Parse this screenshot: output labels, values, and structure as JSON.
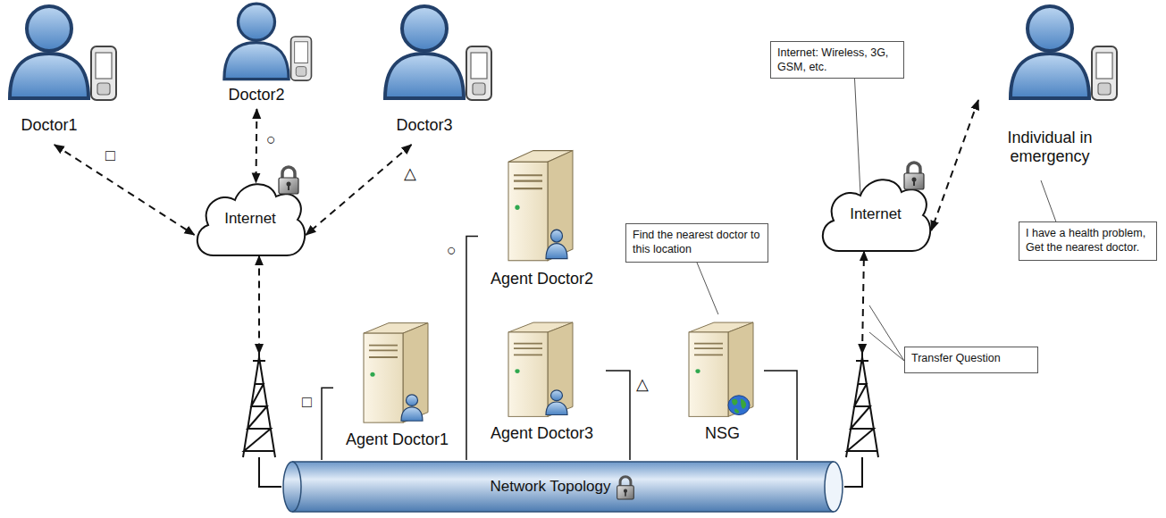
{
  "diagram": {
    "nodes": [
      {
        "text": [
          "Doctor1"
        ]
      },
      {
        "text": [
          "Doctor2"
        ]
      },
      {
        "text": [
          "Doctor3"
        ]
      },
      {
        "text": [
          "Internet: Wireless, 3G, GSM, etc."
        ]
      },
      {
        "text": [
          "Individual in emergency"
        ]
      },
      {
        "text": [
          "Internet"
        ]
      },
      {
        "text": [
          "Internet"
        ]
      },
      {
        "text": [
          "Agent Doctor2"
        ]
      },
      {
        "text": [
          "Find the nearest doctor to this location"
        ]
      },
      {
        "text": [
          "I have a health problem, Get the nearest doctor."
        ]
      },
      {
        "text": [
          "Transfer Question"
        ]
      },
      {
        "text": [
          "Agent Doctor1"
        ]
      },
      {
        "text": [
          "Agent Doctor3"
        ]
      },
      {
        "text": [
          "NSG"
        ]
      },
      {
        "text": [
          "Network Topology"
        ]
      }
    ],
    "edges": [
      {
        "from": 0,
        "to": 5,
        "arrow": "both"
      },
      {
        "from": 1,
        "to": 5,
        "arrow": "both"
      },
      {
        "from": 2,
        "to": 5,
        "arrow": "both"
      },
      {
        "from": 5,
        "to": 14,
        "arrow": "both"
      },
      {
        "from": 11,
        "to": 14,
        "arrow": "none"
      },
      {
        "from": 7,
        "to": 14,
        "arrow": "none"
      },
      {
        "from": 12,
        "to": 14,
        "arrow": "none"
      },
      {
        "from": 13,
        "to": 14,
        "arrow": "none"
      },
      {
        "from": 14,
        "to": 6,
        "arrow": "both"
      },
      {
        "from": 4,
        "to": 6,
        "arrow": "both"
      },
      {
        "from": 3,
        "to": 6,
        "arrow": "none"
      },
      {
        "from": 9,
        "to": 4,
        "arrow": "none"
      },
      {
        "from": 8,
        "to": 13,
        "arrow": "none"
      }
    ],
    "labels": [
      "□",
      "○",
      "△",
      "□",
      "○",
      "△"
    ]
  }
}
